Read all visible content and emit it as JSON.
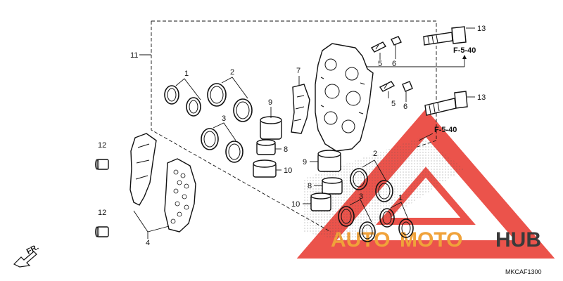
{
  "callouts": {
    "c1a": "1",
    "c2a": "2",
    "c3a": "3",
    "c4": "4",
    "c5a": "5",
    "c5b": "5",
    "c6a": "6",
    "c6b": "6",
    "c7": "7",
    "c8a": "8",
    "c8b": "8",
    "c9a": "9",
    "c9b": "9",
    "c10a": "10",
    "c10b": "10",
    "c11": "11",
    "c12a": "12",
    "c12b": "12",
    "c13a": "13",
    "c13b": "13",
    "c2b": "2",
    "c3b": "3",
    "c1b": "1"
  },
  "refs": {
    "top": "F-5-40",
    "mid": "F-5-40"
  },
  "front_label": "FR.",
  "diagram_code": "MKCAF1300",
  "watermark": {
    "text_a": "AUTO",
    "text_b": "MOTO",
    "text_c": "HUB",
    "color_red": "#e8352b",
    "color_dark": "#3a3a3a",
    "color_orange": "#f0a23a"
  }
}
